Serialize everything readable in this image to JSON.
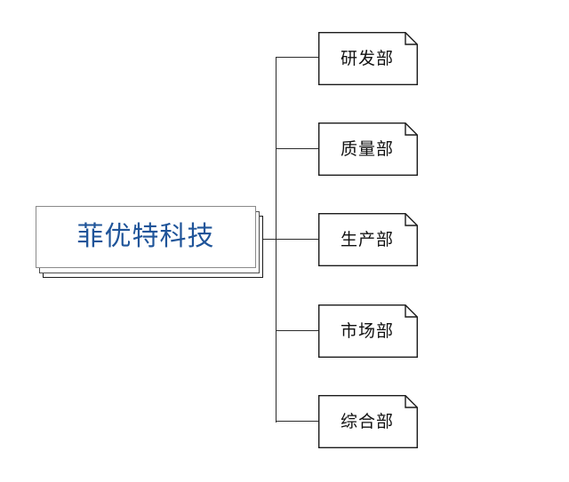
{
  "diagram": {
    "type": "organizational-chart",
    "orientation": "left-to-right",
    "title_node": {
      "label": "菲优特科技",
      "text_color": "#1F5499",
      "shape": "stacked-rectangle",
      "layers": 3
    },
    "departments": [
      {
        "label": "研发部",
        "shape": "folded-corner-document"
      },
      {
        "label": "质量部",
        "shape": "folded-corner-document"
      },
      {
        "label": "生产部",
        "shape": "folded-corner-document"
      },
      {
        "label": "市场部",
        "shape": "folded-corner-document"
      },
      {
        "label": "综合部",
        "shape": "folded-corner-document"
      }
    ],
    "connector": {
      "style": "orthogonal-trunk-and-branch",
      "line_color": "#2b2b2b",
      "branch_count": 5
    },
    "colors": {
      "background": "#ffffff",
      "node_fill": "#ffffff",
      "node_border": "#1a1a1a",
      "accent_text": "#1F5499",
      "body_text": "#101010"
    }
  }
}
